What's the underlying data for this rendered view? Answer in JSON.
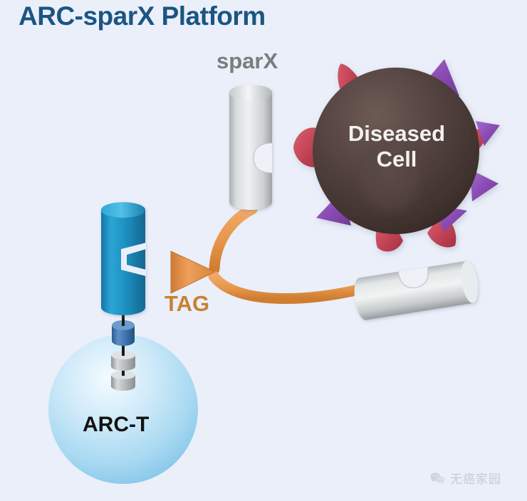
{
  "background_color": "#eaeffa",
  "title": {
    "text": "ARC-sparX Platform",
    "color": "#1b5582"
  },
  "labels": {
    "sparx": "sparX",
    "sparx_color": "#7c7c7c",
    "tag": "TAG",
    "tag_color": "#c8812f",
    "arct": "ARC-T",
    "arct_color": "#121212",
    "diseased_cell_line1": "Diseased",
    "diseased_cell_line2": "Cell",
    "diseased_cell_color": "#f3f1ee"
  },
  "elements": {
    "arct_cell": {
      "name": "ARC-T",
      "shape": "sphere",
      "color": "#9fd4f0"
    },
    "car_receptor": {
      "name": "chimeric receptor",
      "shape": "c-shaped-cylinder",
      "color": "#1b8ec2"
    },
    "receptor_stem": {
      "shape": "cylinder",
      "color": "#3d79b5"
    },
    "signaling_discs": {
      "count": 2,
      "shape": "disc",
      "color": "#b8bcbe"
    },
    "sparx_vertical": {
      "name": "sparX molecule",
      "shape": "notched-cylinder",
      "color": "#d9dbdd"
    },
    "sparx_horizontal": {
      "name": "sparX molecule",
      "shape": "notched-cylinder",
      "color": "#d9dbdd"
    },
    "tag_wedge": {
      "shape": "triangle",
      "color": "#e08e4b"
    },
    "connector": {
      "shape": "forked-curve",
      "color": "#e4953f"
    },
    "diseased_cell": {
      "shape": "sphere",
      "color": "#4a3b38",
      "spikes_red": "#c9485a",
      "spikes_purple": "#8e4fb5",
      "spike_count_red": 5,
      "spike_count_purple": 5
    }
  },
  "watermark": {
    "icon": "wechat-icon",
    "text": "无癌家园"
  }
}
